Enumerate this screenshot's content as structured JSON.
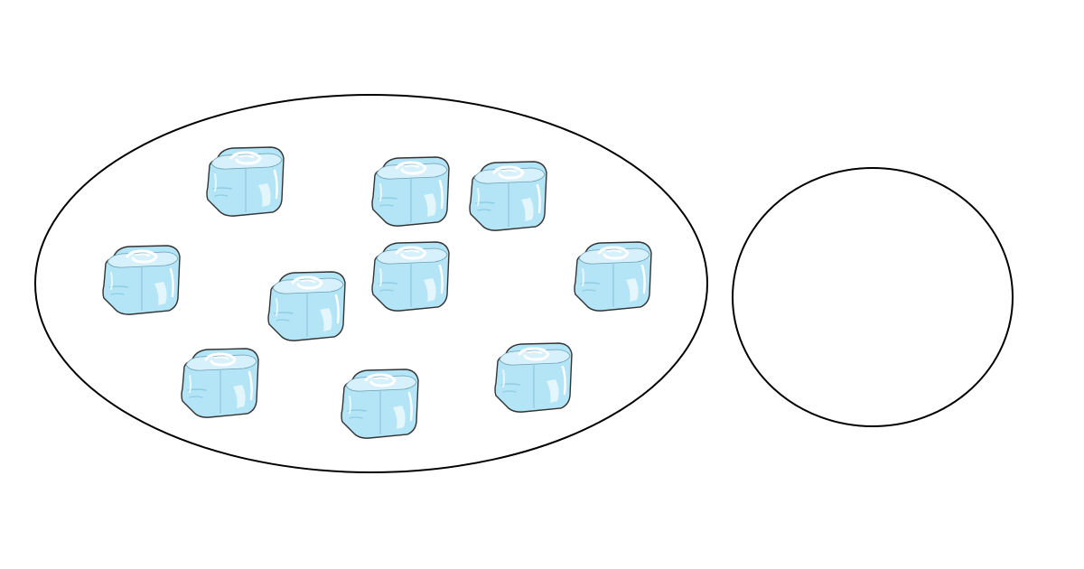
{
  "diagram": {
    "containers": [
      {
        "name": "large-oval-group",
        "kind": "ellipse",
        "item_count": 10
      },
      {
        "name": "small-circle-group",
        "kind": "circle",
        "item_count": 0
      }
    ],
    "item": {
      "icon": "ice-cube-icon",
      "fill_color": "#b3e5f6",
      "highlight_color": "#e8f7fd",
      "edge_color": "#333333"
    },
    "outline_color": "#000000"
  }
}
